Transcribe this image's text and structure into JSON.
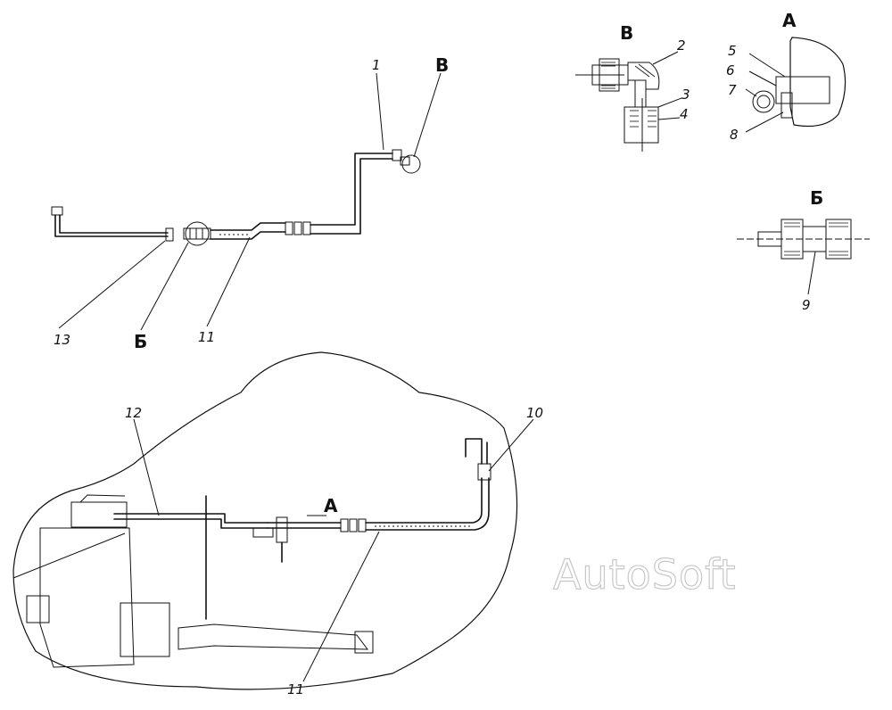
{
  "labels": {
    "n1": "1",
    "n2": "2",
    "n3": "3",
    "n4": "4",
    "n5": "5",
    "n6": "6",
    "n7": "7",
    "n8": "8",
    "n9": "9",
    "n10": "10",
    "n11_top": "11",
    "n11_bottom": "11",
    "n12": "12",
    "n13": "13",
    "view_B_main": "В",
    "view_B_detail": "В",
    "view_A_main": "А",
    "view_A_detail": "А",
    "view_Б_main": "Б",
    "view_Б_detail": "Б"
  },
  "watermark": "AutoSoft"
}
